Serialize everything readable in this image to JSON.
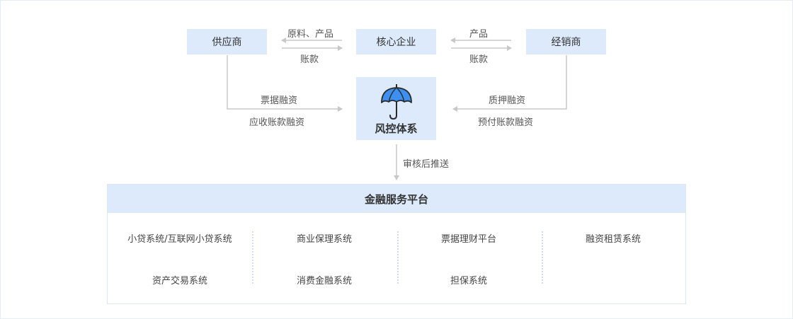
{
  "nodes": {
    "supplier": "供应商",
    "core": "核心企业",
    "distributor": "经销商"
  },
  "flows": {
    "raw_products": "原料、产品",
    "payment_left": "账款",
    "products": "产品",
    "payment_right": "账款",
    "bill_financing": "票据融资",
    "receivable_financing": "应收账款融资",
    "pledge_financing": "质押融资",
    "prepayment_financing": "预付账款融资",
    "review_push": "审核后推送"
  },
  "risk": {
    "title": "风控体系",
    "icon": "umbrella-icon",
    "icon_color": "#3d8ff0"
  },
  "platform": {
    "title": "金融服务平台",
    "systems": [
      "小贷系统/互联网小贷系统",
      "商业保理系统",
      "票据理财平台",
      "融资租赁系统",
      "资产交易系统",
      "消费金融系统",
      "担保系统"
    ]
  },
  "colors": {
    "node_fill": "#dceafb",
    "connector": "#c8c8c8",
    "text": "#333333"
  }
}
